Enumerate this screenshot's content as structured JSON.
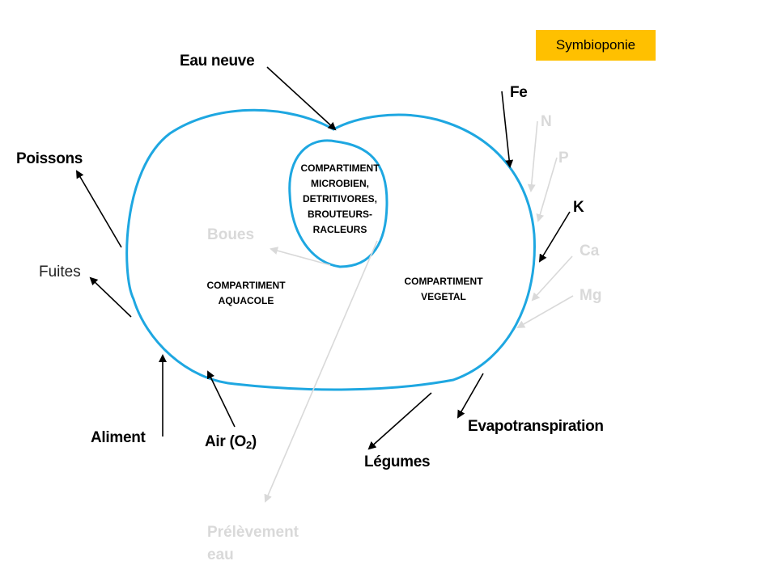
{
  "tag": "Symbioponie",
  "compartments": {
    "microbial": [
      "COMPARTIMENT",
      "MICROBIEN,",
      "DETRITIVORES,",
      "BROUTEURS-",
      "RACLEURS"
    ],
    "aqua": [
      "COMPARTIMENT",
      "AQUACOLE"
    ],
    "veg": [
      "COMPARTIMENT",
      "VEGETAL"
    ]
  },
  "labels": {
    "eau_neuve": "Eau neuve",
    "poissons": "Poissons",
    "fuites": "Fuites",
    "boues": "Boues",
    "aliment": "Aliment",
    "air": "Air (O",
    "air_sub": "2",
    "air_close": ")",
    "legumes": "Légumes",
    "evapo": "Evapotranspiration",
    "prelevement_1": "Prélèvement",
    "prelevement_2": "eau"
  },
  "nutrients": {
    "fe": "Fe",
    "n": "N",
    "p": "P",
    "k": "K",
    "ca": "Ca",
    "mg": "Mg"
  },
  "colors": {
    "outline": "#1ea7e1",
    "arrow": "#000000",
    "faded": "#d9d9d9",
    "tag_bg": "#ffc000"
  }
}
